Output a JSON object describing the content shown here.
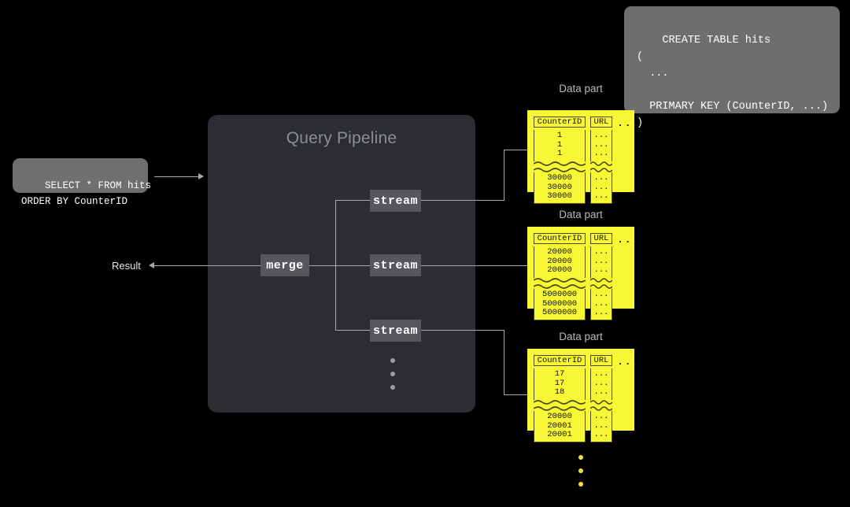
{
  "diagram": {
    "title": "ClickHouse query pipeline over sorted data parts",
    "background_color": "#000000",
    "accent_yellow": "#f7f735",
    "panel_color": "#2b2d32",
    "chip_color": "#55575c",
    "line_color": "#a7a9ad"
  },
  "ddl": {
    "label": "create-table-ddl",
    "text": "CREATE TABLE hits\n(\n  ...\n\n  PRIMARY KEY (CounterID, ...)\n)"
  },
  "query": {
    "label": "sql-query",
    "text": "SELECT * FROM hits\nORDER BY CounterID"
  },
  "pipeline": {
    "title": "Query Pipeline",
    "merge_label": "merge",
    "streams": [
      {
        "label": "stream"
      },
      {
        "label": "stream"
      },
      {
        "label": "stream"
      }
    ],
    "more_indicator": "vertical-ellipsis"
  },
  "result": {
    "label": "Result"
  },
  "data_parts": [
    {
      "title": "Data part",
      "columns": [
        "CounterID",
        "URL"
      ],
      "overflow_columns": "...",
      "granules": [
        {
          "CounterID": [
            "1",
            "1",
            "1"
          ],
          "URL": [
            "...",
            "...",
            "..."
          ]
        },
        {
          "CounterID": [
            "30000",
            "30000",
            "30000"
          ],
          "URL": [
            "...",
            "...",
            "..."
          ]
        }
      ]
    },
    {
      "title": "Data part",
      "columns": [
        "CounterID",
        "URL"
      ],
      "overflow_columns": "...",
      "granules": [
        {
          "CounterID": [
            "20000",
            "20000",
            "20000"
          ],
          "URL": [
            "...",
            "...",
            "..."
          ]
        },
        {
          "CounterID": [
            "5000000",
            "5000000",
            "5000000"
          ],
          "URL": [
            "...",
            "...",
            "..."
          ]
        }
      ]
    },
    {
      "title": "Data part",
      "columns": [
        "CounterID",
        "URL"
      ],
      "overflow_columns": "...",
      "granules": [
        {
          "CounterID": [
            "17",
            "17",
            "18"
          ],
          "URL": [
            "...",
            "...",
            "..."
          ]
        },
        {
          "CounterID": [
            "20000",
            "20001",
            "20001"
          ],
          "URL": [
            "...",
            "...",
            "..."
          ]
        }
      ]
    }
  ],
  "more_parts_indicator": "vertical-ellipsis"
}
